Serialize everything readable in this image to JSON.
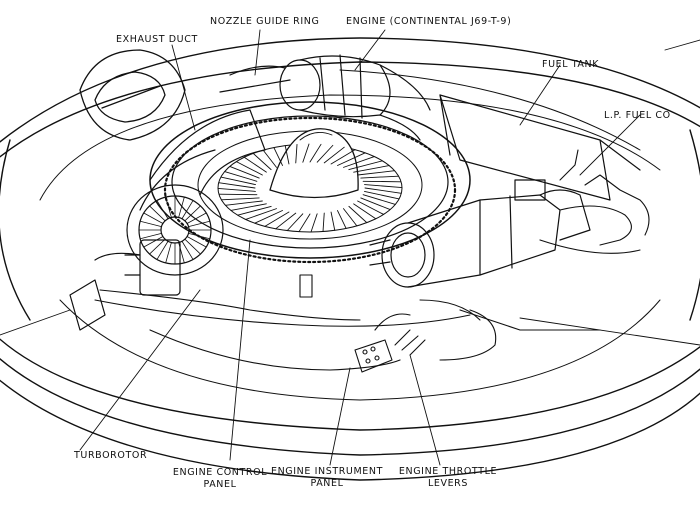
{
  "labels": {
    "exhaust_duct": "EXHAUST DUCT",
    "nozzle_guide_ring": "NOZZLE GUIDE RING",
    "engine": "ENGINE (CONTINENTAL J69-T-9)",
    "fuel_tank": "FUEL TANK",
    "lp_fuel": "L.P. FUEL CO",
    "turborotor": "TURBOROTOR",
    "engine_control_panel_1": "ENGINE CONTROL",
    "engine_control_panel_2": "PANEL",
    "engine_instrument_panel_1": "ENGINE INSTRUMENT",
    "engine_instrument_panel_2": "PANEL",
    "engine_throttle_levers_1": "ENGINE THROTTLE",
    "engine_throttle_levers_2": "LEVERS"
  },
  "colors": {
    "ink": "#111111",
    "paper": "#ffffff"
  }
}
